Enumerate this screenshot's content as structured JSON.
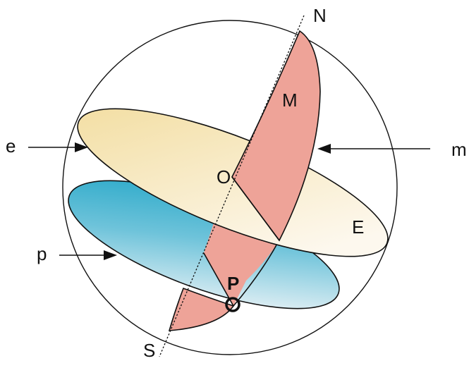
{
  "labels": {
    "north": "N",
    "south": "S",
    "meridian_plane": "M",
    "equator_plane": "E",
    "center": "O",
    "point": "P",
    "arrow_e": "e",
    "arrow_m": "m",
    "arrow_p": "p"
  },
  "colors": {
    "outline": "#111111",
    "meridian_fill": "#eea398",
    "equator_fill_light": "#fdf8ee",
    "equator_fill_dark": "#f2dc9c",
    "parallel_fill_light": "#eaf2f6",
    "parallel_fill_dark": "#2aa9c9"
  },
  "icons": {
    "point_marker": "hollow-circle",
    "pointer": "arrow"
  }
}
